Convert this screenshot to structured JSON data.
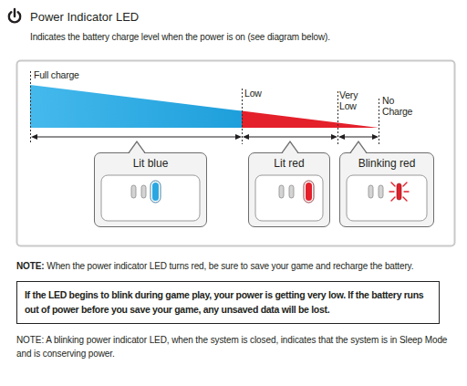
{
  "diagram": {
    "title": "Power Indicator LED",
    "caption": "Indicates the battery charge level when the power is on (see diagram below).",
    "nodes": [
      {
        "text": [
          "Lit blue"
        ]
      },
      {
        "text": [
          "Lit red"
        ]
      },
      {
        "text": [
          "Blinking red"
        ]
      },
      {
        "text": [
          "If the LED begins to blink during game play, your power is getting very low. If the battery runs out of power before you save your game, any unsaved data will be lost."
        ]
      }
    ],
    "labels": [
      "Full charge",
      "Low",
      "Very Low",
      "No Charge",
      "NOTE:",
      "When the power indicator LED turns red, be sure to save your game and recharge the battery.",
      "NOTE: A blinking power indicator LED, when the system is closed, indicates that the system is in Sleep Mode and is conserving power."
    ]
  }
}
